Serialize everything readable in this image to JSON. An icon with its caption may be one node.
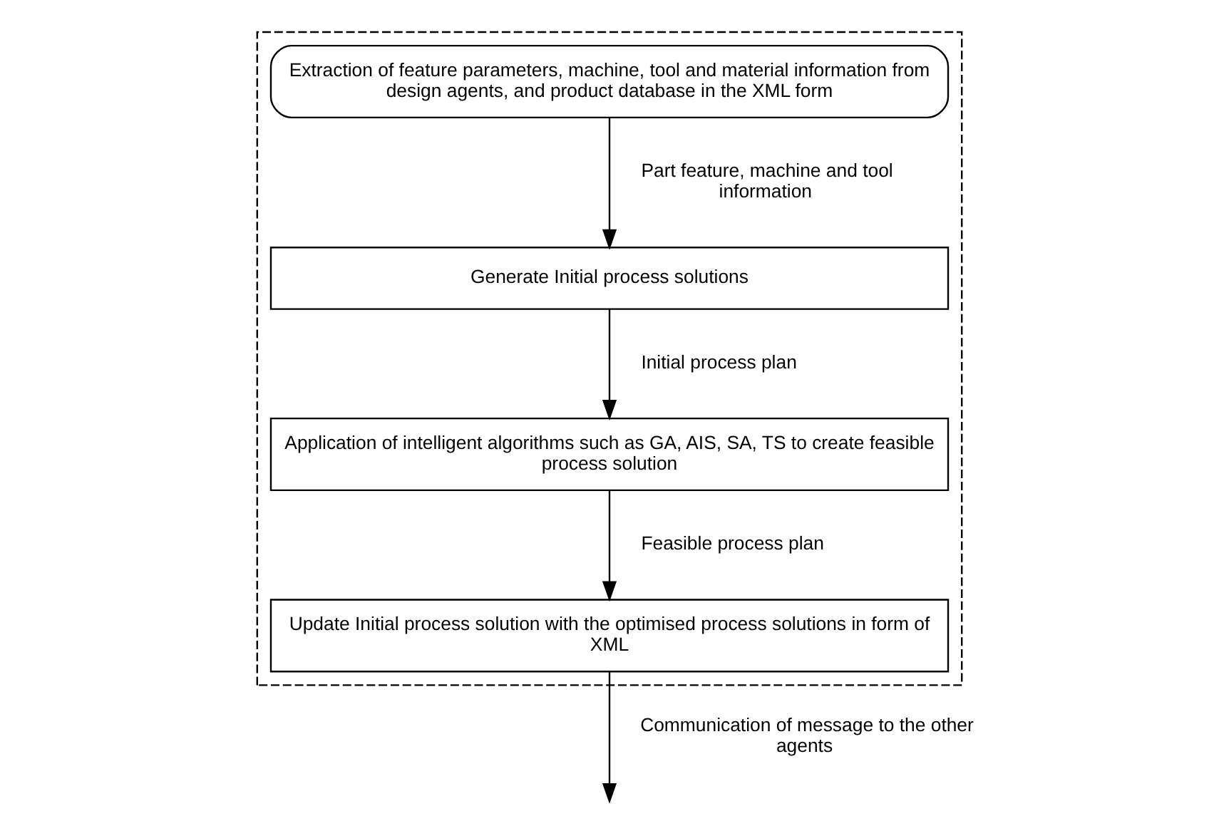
{
  "diagram": {
    "nodes": [
      {
        "text": [],
        "shape": "box"
      },
      {
        "text": [
          "Extraction of feature parameters, machine, tool and material information from design agents, and product database in the XML form"
        ],
        "in": 0
      },
      {
        "text": [
          "Generate Initial process solutions"
        ],
        "in": 0
      },
      {
        "text": [
          "Application of intelligent algorithms such as GA, AIS, SA, TS to create feasible process solution"
        ],
        "in": 0
      },
      {
        "text": [
          "Update Initial process solution with the optimised process solutions in form of XML"
        ],
        "in": 0
      }
    ],
    "edges": [
      {
        "from": 1,
        "to": 2,
        "arrow": "to",
        "label": "Part feature, machine and tool information"
      },
      {
        "from": 2,
        "to": 3,
        "arrow": "to",
        "label": "Initial process plan"
      },
      {
        "from": 3,
        "to": 4,
        "arrow": "to",
        "label": "Feasible process plan"
      },
      {
        "from": 4,
        "to": null,
        "arrow": "to",
        "label": "Communication of message to the other agents"
      }
    ]
  }
}
